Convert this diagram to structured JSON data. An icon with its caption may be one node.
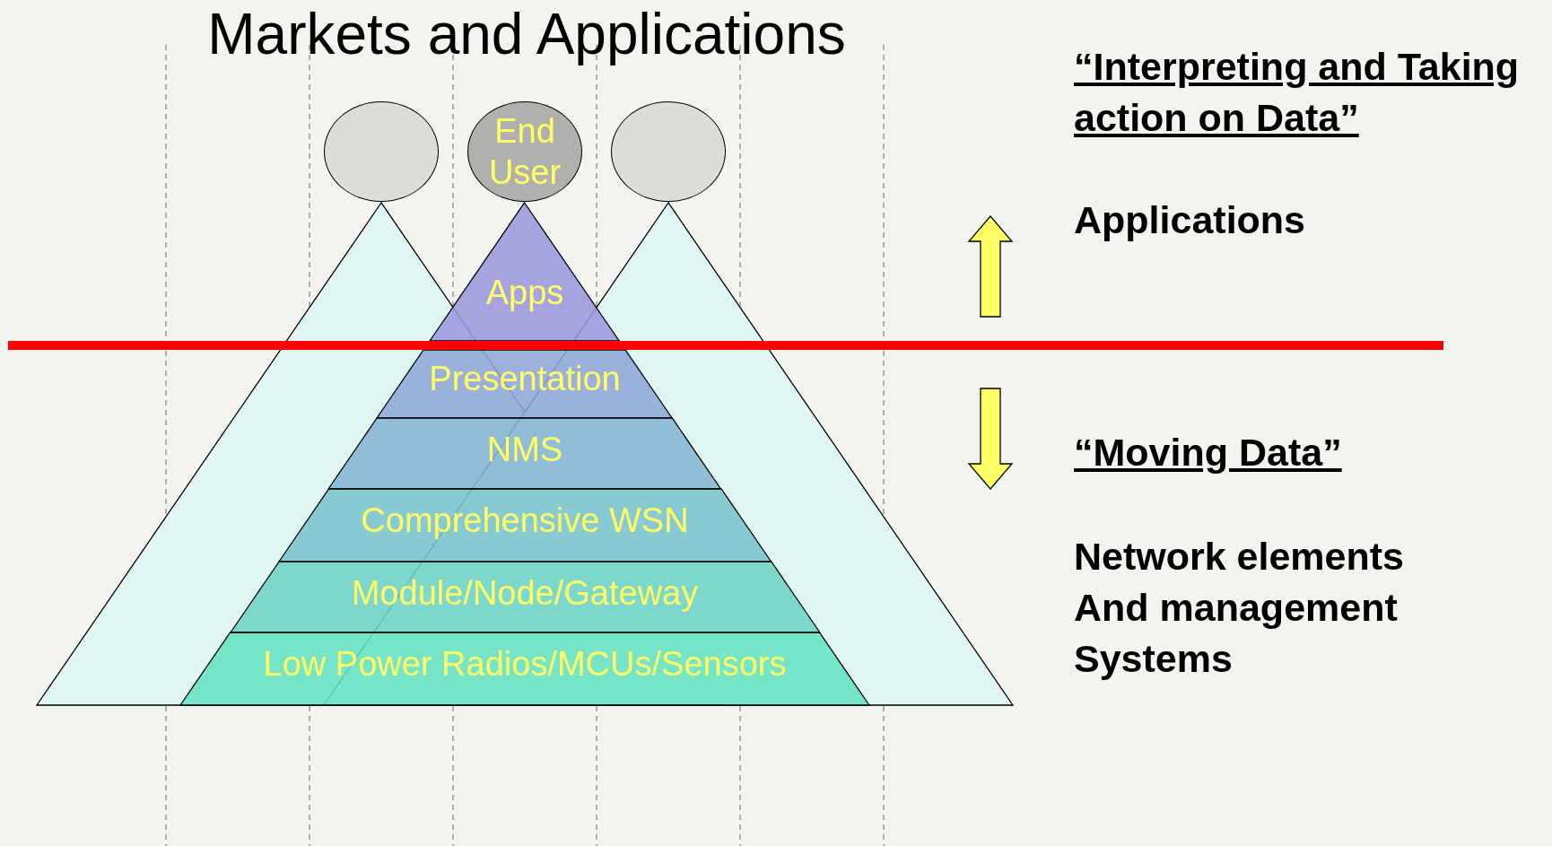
{
  "diagram": {
    "title": "Markets and Applications",
    "nodes": [
      {
        "text": [],
        "shape": "circle"
      },
      {
        "text": [
          "End User"
        ]
      },
      {
        "text": [],
        "shape": "circle"
      },
      {
        "text": [],
        "shape": "triangle"
      },
      {
        "text": [],
        "shape": "triangle"
      },
      {
        "text": [
          "Apps"
        ]
      },
      {
        "text": [
          "Presentation"
        ]
      },
      {
        "text": [
          "NMS"
        ]
      },
      {
        "text": [
          "Comprehensive WSN"
        ]
      },
      {
        "text": [
          "Module/Node/Gateway"
        ]
      },
      {
        "text": [
          "Low Power Radios/MCUs/Sensors"
        ]
      }
    ],
    "edges": [],
    "labels": [
      "“Interpreting and Taking action on Data”",
      "Applications",
      "“Moving Data”",
      "Network elements And management Systems"
    ]
  }
}
